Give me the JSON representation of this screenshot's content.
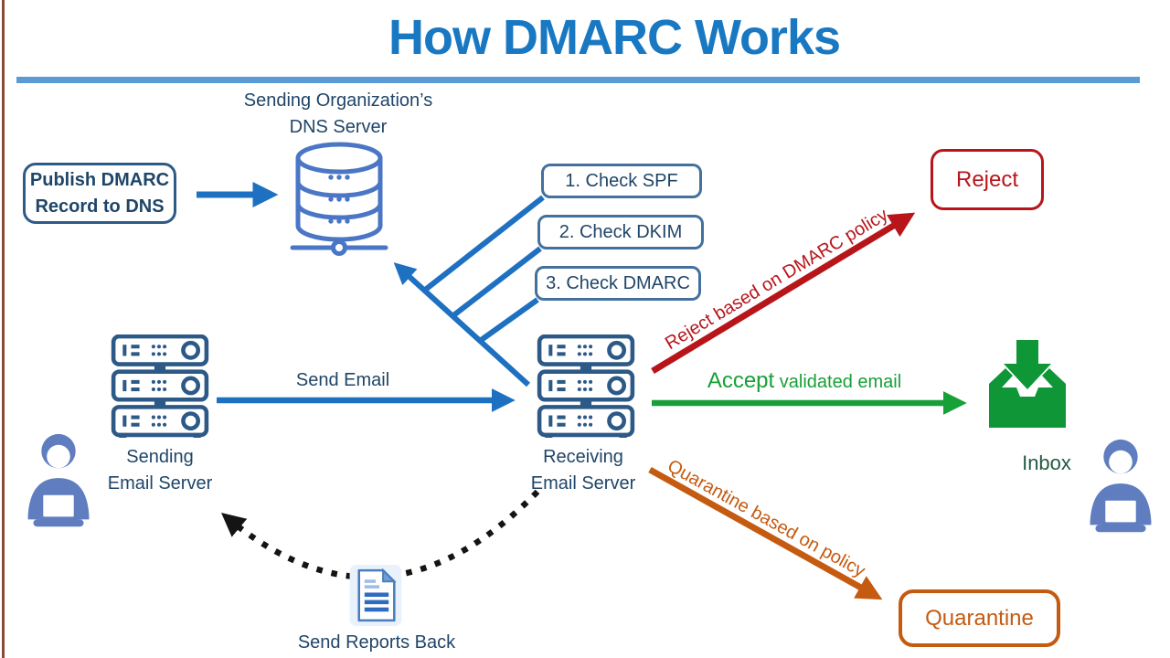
{
  "title": "How DMARC Works",
  "colors": {
    "title_blue": "#1878c2",
    "underline_blue": "#5b9bd5",
    "arrow_blue": "#1e70c0",
    "navy_text": "#1f4568",
    "check_box_border": "#44709d",
    "dns_icon_blue": "#4b76c5",
    "server_icon_blue": "#2d5987",
    "person_blue": "#5f7dbf",
    "reject_red": "#b8151b",
    "accept_green": "#18a038",
    "inbox_green": "#0f9636",
    "inbox_text_green": "#245b43",
    "quarantine_orange": "#c55a11",
    "report_arrow_black": "#141414",
    "left_edge_brown": "#8a4b3b"
  },
  "dns": {
    "label": "Sending Organization’s\nDNS Server",
    "icon": "dns-database-icon"
  },
  "publish": {
    "label": "Publish DMARC\nRecord to DNS"
  },
  "checks": [
    {
      "label": "1. Check SPF"
    },
    {
      "label": "2. Check DKIM"
    },
    {
      "label": "3. Check DMARC"
    }
  ],
  "mail_flow": {
    "send_email": "Send Email",
    "sending_server": "Sending\nEmail Server",
    "receiving_server": "Receiving\nEmail Server"
  },
  "outcomes": {
    "reject_arrow": "Reject based on DMARC policy",
    "reject_box": "Reject",
    "accept_strong": "Accept",
    "accept_rest": " validated email",
    "inbox": "Inbox",
    "quarantine_arrow": "Quarantine based on policy",
    "quarantine_box": "Quarantine"
  },
  "reports": {
    "label": "Send Reports Back"
  }
}
